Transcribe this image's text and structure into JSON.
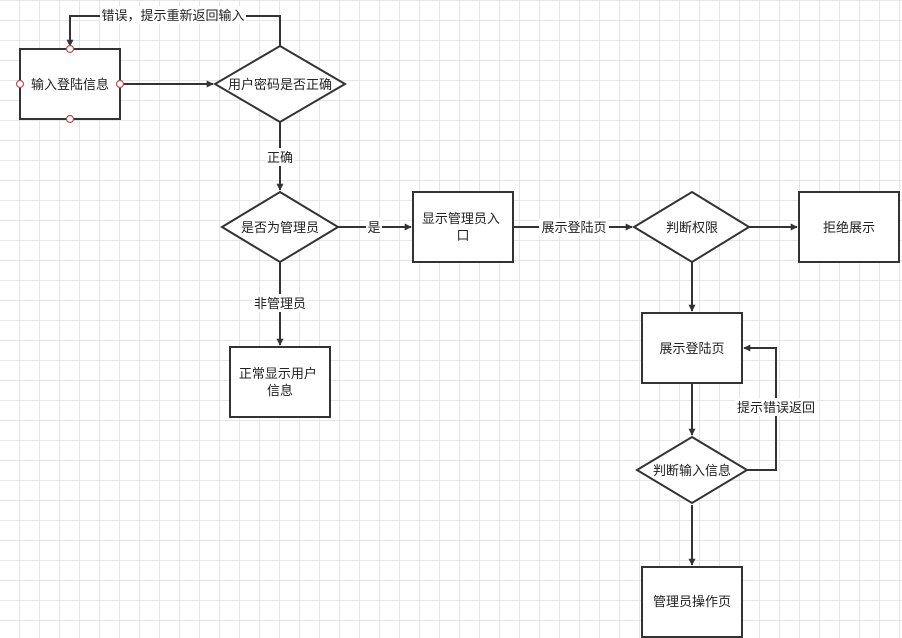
{
  "nodes": {
    "input_login": {
      "lines": [
        "输入登陆信息"
      ]
    },
    "check_password": {
      "lines": [
        "用户密码是否正确"
      ]
    },
    "is_admin": {
      "lines": [
        "是否为管理员"
      ]
    },
    "show_admin_entry": {
      "lines": [
        "显示管理员入",
        "口"
      ]
    },
    "show_user_info": {
      "lines": [
        "正常显示用户",
        "信息"
      ]
    },
    "check_permission": {
      "lines": [
        "判断权限"
      ]
    },
    "reject_display": {
      "lines": [
        "拒绝展示"
      ]
    },
    "show_login_page": {
      "lines": [
        "展示登陆页"
      ]
    },
    "check_input": {
      "lines": [
        "判断输入信息"
      ]
    },
    "admin_page": {
      "lines": [
        "管理员操作页"
      ]
    }
  },
  "edges": {
    "error_return": "错误，提示重新返回输入",
    "correct": "正确",
    "yes": "是",
    "non_admin": "非管理员",
    "show_login": "展示登陆页",
    "error_hint_return": "提示错误返回"
  }
}
